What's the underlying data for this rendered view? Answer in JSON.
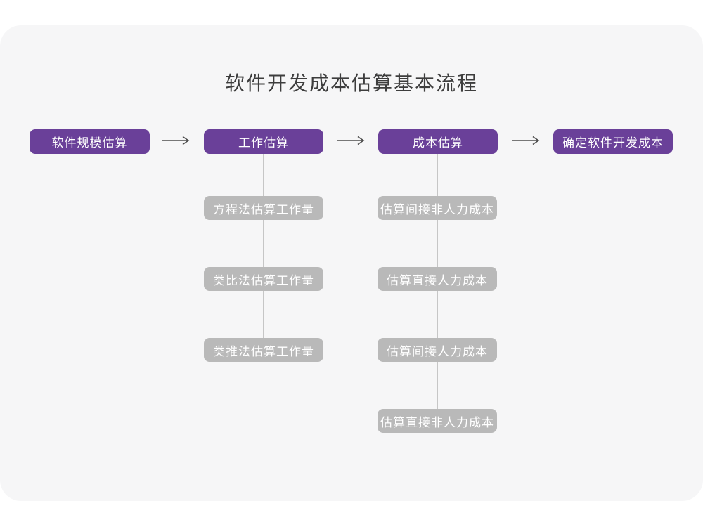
{
  "page": {
    "title": "软件开发成本估算基本流程"
  },
  "colors": {
    "page_bg": "#ffffff",
    "card_bg": "#f6f6f7",
    "step_box_bg": "#6a4099",
    "sub_box_bg": "#b9b9b9",
    "connector_line": "#c6c6c6",
    "arrow": "#4d4d4d",
    "title_text": "#3d3d3d",
    "box_text": "#ffffff"
  },
  "flow": {
    "main_steps": [
      {
        "label": "软件规模估算"
      },
      {
        "label": "工作估算"
      },
      {
        "label": "成本估算"
      },
      {
        "label": "确定软件开发成本"
      }
    ],
    "work_estimation_methods": [
      {
        "label": "方程法估算工作量"
      },
      {
        "label": "类比法估算工作量"
      },
      {
        "label": "类推法估算工作量"
      }
    ],
    "cost_estimation_steps": [
      {
        "label": "估算间接非人力成本"
      },
      {
        "label": "估算直接人力成本"
      },
      {
        "label": "估算间接人力成本"
      },
      {
        "label": "估算直接非人力成本"
      }
    ]
  }
}
